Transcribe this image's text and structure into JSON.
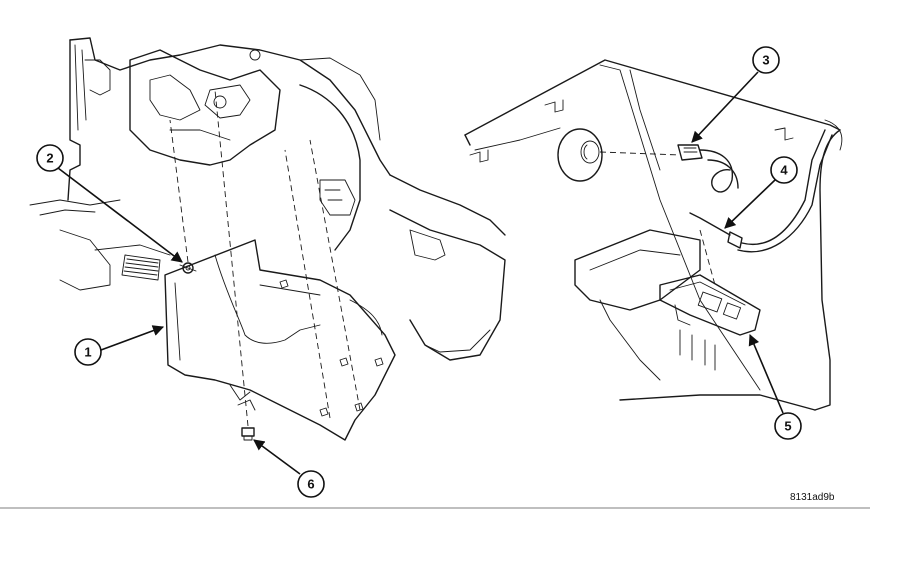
{
  "callouts": [
    {
      "id": "1",
      "label": "1"
    },
    {
      "id": "2",
      "label": "2"
    },
    {
      "id": "3",
      "label": "3"
    },
    {
      "id": "4",
      "label": "4"
    },
    {
      "id": "5",
      "label": "5"
    },
    {
      "id": "6",
      "label": "6"
    }
  ],
  "reference_code": "8131ad9b"
}
